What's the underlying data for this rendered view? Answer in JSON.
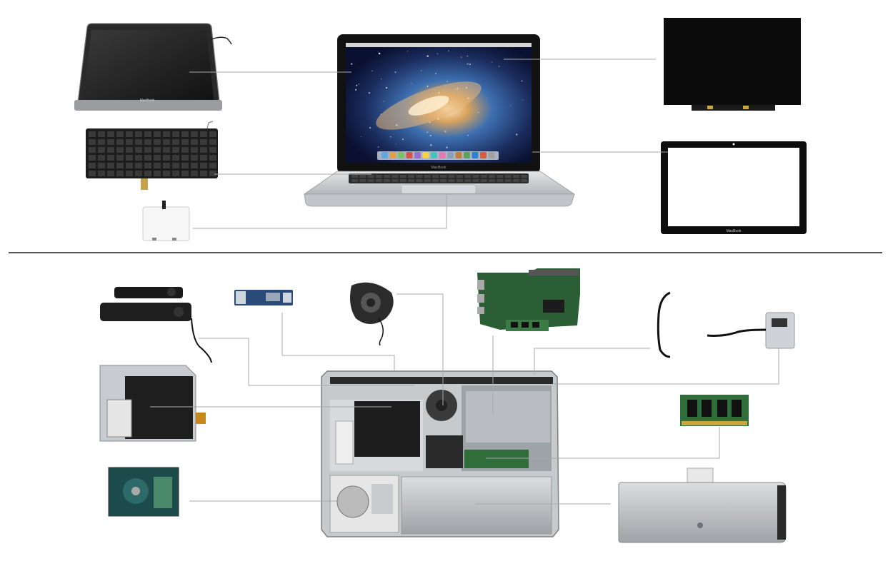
{
  "diagram": {
    "kind": "laptop-parts-breakdown",
    "labels": {
      "brand_on_display_bezel": "MacBook",
      "brand_on_laptop": "MacBook",
      "brand_on_bezel_frame": "MacBook"
    },
    "colors": {
      "background": "#ffffff",
      "leader_line": "#a8a8a8",
      "divider": "#555555",
      "aluminum": "#c9cbce",
      "panel_black": "#0d0d0d",
      "pcb_green": "#2f6e3a",
      "pcb_blue": "#2a4a7a"
    },
    "top_section_parts": [
      {
        "name": "display-assembly"
      },
      {
        "name": "keyboard"
      },
      {
        "name": "trackpad"
      },
      {
        "name": "lcd-panel"
      },
      {
        "name": "glass-bezel"
      }
    ],
    "bottom_section_parts": [
      {
        "name": "speakers"
      },
      {
        "name": "wifi-card"
      },
      {
        "name": "cooling-fan"
      },
      {
        "name": "logic-board"
      },
      {
        "name": "cable"
      },
      {
        "name": "dc-in-board"
      },
      {
        "name": "optical-drive"
      },
      {
        "name": "ram-module"
      },
      {
        "name": "hard-drive"
      },
      {
        "name": "battery"
      }
    ]
  }
}
